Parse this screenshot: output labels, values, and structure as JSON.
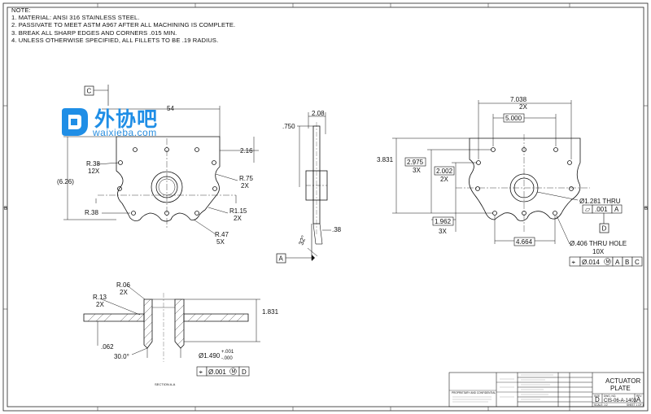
{
  "notes": {
    "heading": "NOTE:",
    "items": [
      "1. MATERIAL: ANSI 316 STAINLESS STEEL.",
      "2. PASSIVATE TO MEET ASTM A967 AFTER ALL MACHINING IS COMPLETE.",
      "3. BREAK ALL SHARP EDGES AND CORNERS .015 MIN.",
      "4. UNLESS OTHERWISE SPECIFIED, ALL FILLETS TO BE .19 RADIUS."
    ]
  },
  "watermark": {
    "name": "外协吧",
    "url": "waixieba.com",
    "color": "#1f8ee6"
  },
  "front_view": {
    "datum_c": "C",
    "width_partial": "54",
    "height_overall": "(6.26)",
    "height_right": "2.16",
    "corner_radius": "R.38",
    "corner_count": "12X",
    "corner_radius_low": "R.38",
    "fillet_75": "R.75",
    "fillet_75_count": "2X",
    "fillet_115": "R1.15",
    "fillet_115_count": "2X",
    "fillet_47": "R.47",
    "fillet_47_count": "5X"
  },
  "side_view": {
    "dim_208": "2.08",
    "dim_750": ".750",
    "dim_38": ".38",
    "angle": "32°",
    "datum_a": "A"
  },
  "back_view": {
    "dim_7038": "7.038",
    "dim_7038_count": "2X",
    "dim_5000": "5.000",
    "dim_3831": "3.831",
    "dim_2975": "2.975",
    "dim_2975_count": "3X",
    "dim_2002": "2.002",
    "dim_2002_count": "2X",
    "dim_1962": "1.962",
    "dim_1962_count": "3X",
    "dim_4664": "4.664",
    "bore": "Ø1.281 THRU",
    "bore_tol_sym": "⏥",
    "bore_tol": ".001",
    "bore_datum": "A",
    "datum_d": "D",
    "holes": "Ø.406 THRU HOLE",
    "holes_count": "10X",
    "pos_sym": "⌖",
    "pos_tol": "Ø.014",
    "pos_mod": "M",
    "pos_a": "A",
    "pos_b": "B",
    "pos_c": "C"
  },
  "section": {
    "r06": "R.06",
    "r06_count": "2X",
    "r13": "R.13",
    "r13_count": "2X",
    "dim_1831": "1.831",
    "dim_062": ".062",
    "chamfer": "30.0°",
    "diameter": "Ø1.490",
    "tol_plus": "+.001",
    "tol_minus": "-.000",
    "label": "SECTION A-A",
    "fcf_sym": "⌖",
    "fcf_tol": "Ø.001",
    "fcf_mod": "M",
    "fcf_datum": "D"
  },
  "title_block": {
    "title_line1": "ACTUATOR",
    "title_line2": "PLATE",
    "size": "D",
    "dwg_no": "CIS-06-A-1403",
    "rev": "A",
    "size_label": "SIZE",
    "dwg_label": "DWG. NO.",
    "rev_label": "REV",
    "proprietary": "PROPRIETARY AND CONFIDENTIAL",
    "scale": "SCALE: 1:2",
    "sheet": "SHEET 1 OF 1"
  },
  "border": {
    "row_left": "B",
    "row_right": "B"
  }
}
